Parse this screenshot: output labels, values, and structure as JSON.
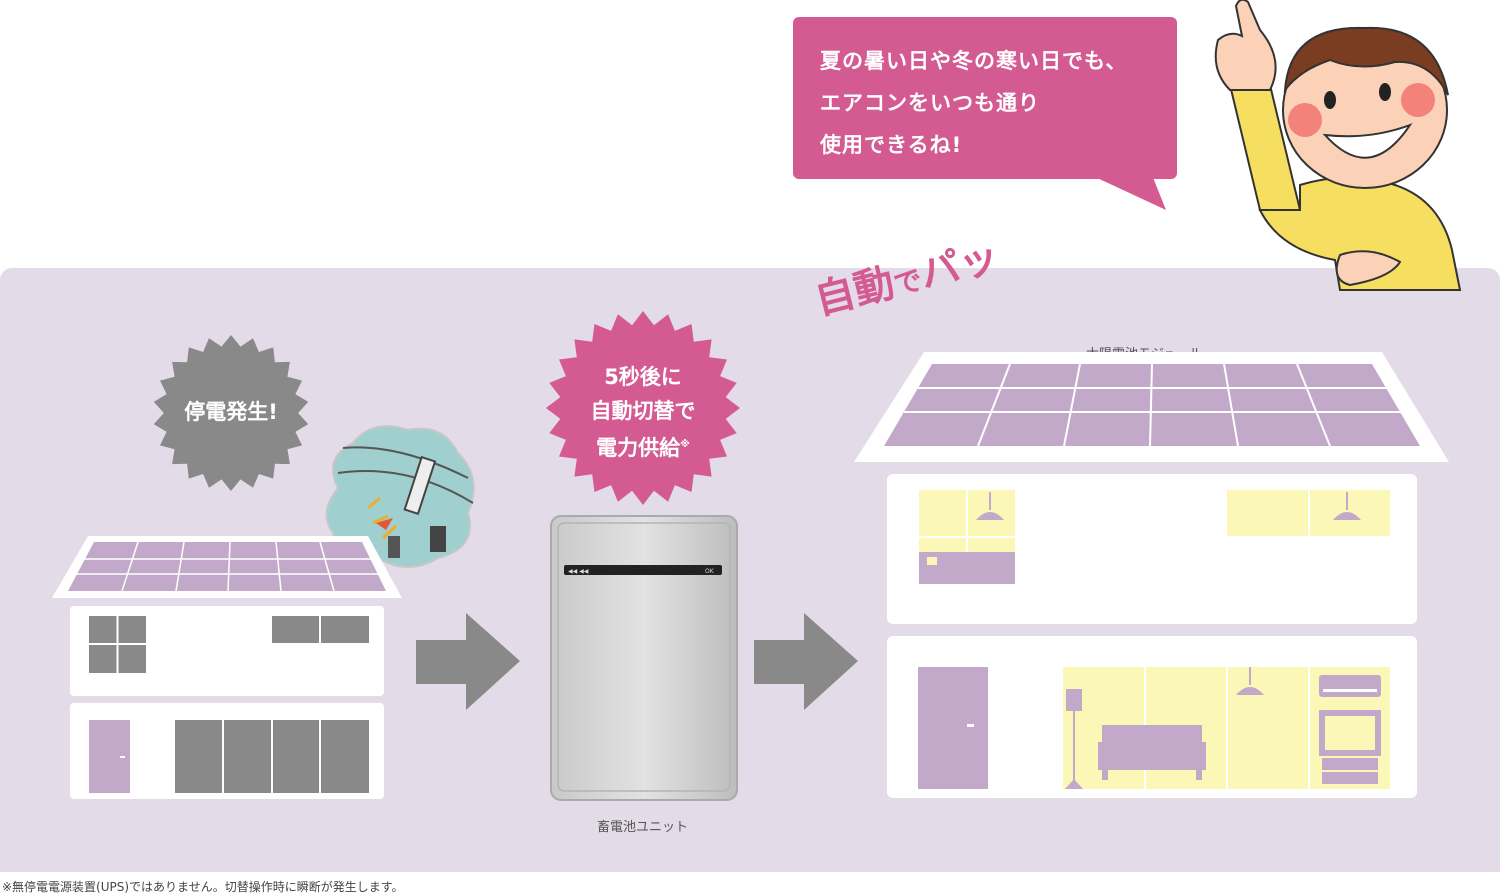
{
  "speech_bubble": {
    "lines": [
      "夏の暑い日や冬の寒い日でも、",
      "エアコンをいつも通り",
      "使用できるね!"
    ]
  },
  "outage_badge": {
    "label": "停電発生!"
  },
  "switch_badge": {
    "lines": [
      "5秒後に",
      "自動切替で",
      "電力供給"
    ],
    "footnote_mark": "※"
  },
  "auto_slogan": {
    "part1": "自動",
    "part2": "で",
    "part3": "パッ"
  },
  "labels": {
    "solar_module": "太陽電池モジュール",
    "battery_unit": "畜電池ユニット"
  },
  "battery_display": {
    "left_indicator": "◀◀  ◀◀",
    "right_indicator": "OK"
  },
  "footnote": "※無停電電源装置(UPS)ではありません。切替操作時に瞬断が発生します。",
  "colors": {
    "accent_pink": "#d45b92",
    "panel_bg": "#e3dbe8",
    "solar_purple": "#c3a9c9",
    "outage_gray": "#898989",
    "lit_yellow": "#fbf7b6"
  }
}
